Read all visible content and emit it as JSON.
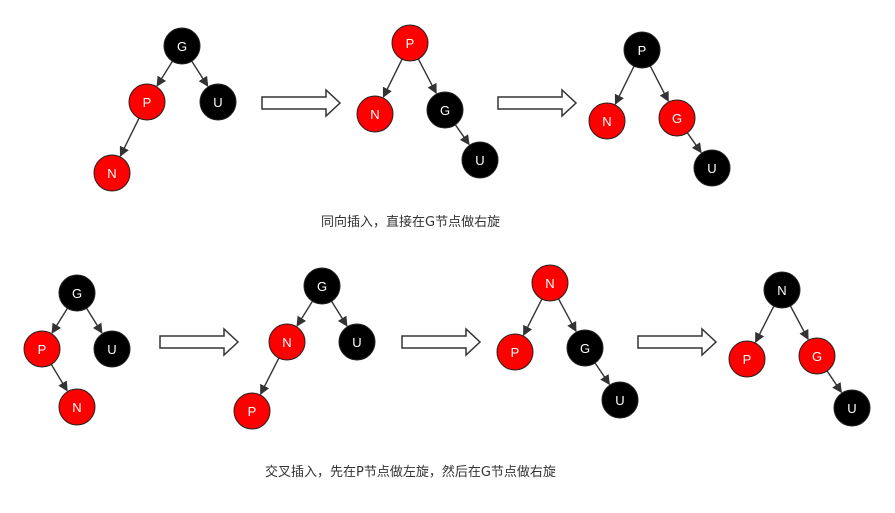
{
  "colors": {
    "red": "#ff0000",
    "black": "#000000",
    "node_text": "#ffffff",
    "edge": "#333333",
    "arrow_fill": "#ffffff",
    "caption": "#333333"
  },
  "captions": {
    "same_direction": "同向插入，直接在G节点做右旋",
    "cross": "交叉插入，先在P节点做左旋，然后在G节点做右旋"
  },
  "diagrams": [
    {
      "name": "same-dir-before",
      "nodes": [
        {
          "id": "G",
          "label": "G",
          "color": "black"
        },
        {
          "id": "P",
          "label": "P",
          "color": "red"
        },
        {
          "id": "U",
          "label": "U",
          "color": "black"
        },
        {
          "id": "N",
          "label": "N",
          "color": "red"
        }
      ],
      "edges": [
        [
          "G",
          "P"
        ],
        [
          "G",
          "U"
        ],
        [
          "P",
          "N"
        ]
      ]
    },
    {
      "name": "same-dir-rotated",
      "nodes": [
        {
          "id": "P",
          "label": "P",
          "color": "red"
        },
        {
          "id": "N",
          "label": "N",
          "color": "red"
        },
        {
          "id": "G",
          "label": "G",
          "color": "black"
        },
        {
          "id": "U",
          "label": "U",
          "color": "black"
        }
      ],
      "edges": [
        [
          "P",
          "N"
        ],
        [
          "P",
          "G"
        ],
        [
          "G",
          "U"
        ]
      ]
    },
    {
      "name": "same-dir-recolored",
      "nodes": [
        {
          "id": "P",
          "label": "P",
          "color": "black"
        },
        {
          "id": "N",
          "label": "N",
          "color": "red"
        },
        {
          "id": "G",
          "label": "G",
          "color": "red"
        },
        {
          "id": "U",
          "label": "U",
          "color": "black"
        }
      ],
      "edges": [
        [
          "P",
          "N"
        ],
        [
          "P",
          "G"
        ],
        [
          "G",
          "U"
        ]
      ]
    },
    {
      "name": "cross-before",
      "nodes": [
        {
          "id": "G",
          "label": "G",
          "color": "black"
        },
        {
          "id": "P",
          "label": "P",
          "color": "red"
        },
        {
          "id": "U",
          "label": "U",
          "color": "black"
        },
        {
          "id": "N",
          "label": "N",
          "color": "red"
        }
      ],
      "edges": [
        [
          "G",
          "P"
        ],
        [
          "G",
          "U"
        ],
        [
          "P",
          "N"
        ]
      ]
    },
    {
      "name": "cross-left-rotated",
      "nodes": [
        {
          "id": "G",
          "label": "G",
          "color": "black"
        },
        {
          "id": "N",
          "label": "N",
          "color": "red"
        },
        {
          "id": "U",
          "label": "U",
          "color": "black"
        },
        {
          "id": "P",
          "label": "P",
          "color": "red"
        }
      ],
      "edges": [
        [
          "G",
          "N"
        ],
        [
          "G",
          "U"
        ],
        [
          "N",
          "P"
        ]
      ]
    },
    {
      "name": "cross-right-rotated",
      "nodes": [
        {
          "id": "N",
          "label": "N",
          "color": "red"
        },
        {
          "id": "P",
          "label": "P",
          "color": "red"
        },
        {
          "id": "G",
          "label": "G",
          "color": "black"
        },
        {
          "id": "U",
          "label": "U",
          "color": "black"
        }
      ],
      "edges": [
        [
          "N",
          "P"
        ],
        [
          "N",
          "G"
        ],
        [
          "G",
          "U"
        ]
      ]
    },
    {
      "name": "cross-recolored",
      "nodes": [
        {
          "id": "N",
          "label": "N",
          "color": "black"
        },
        {
          "id": "P",
          "label": "P",
          "color": "red"
        },
        {
          "id": "G",
          "label": "G",
          "color": "red"
        },
        {
          "id": "U",
          "label": "U",
          "color": "black"
        }
      ],
      "edges": [
        [
          "N",
          "P"
        ],
        [
          "N",
          "G"
        ],
        [
          "G",
          "U"
        ]
      ]
    }
  ],
  "transitions": [
    {
      "from": "same-dir-before",
      "to": "same-dir-rotated"
    },
    {
      "from": "same-dir-rotated",
      "to": "same-dir-recolored"
    },
    {
      "from": "cross-before",
      "to": "cross-left-rotated"
    },
    {
      "from": "cross-left-rotated",
      "to": "cross-right-rotated"
    },
    {
      "from": "cross-right-rotated",
      "to": "cross-recolored"
    }
  ]
}
